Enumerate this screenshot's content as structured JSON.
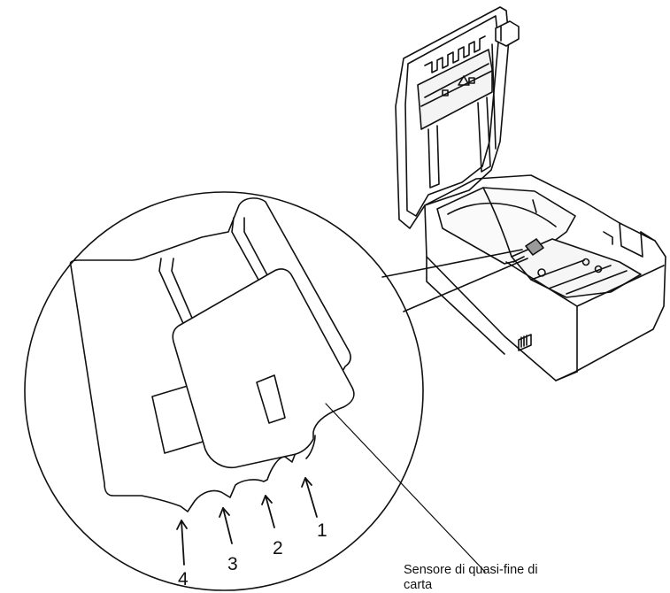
{
  "figure": {
    "sensor_caption_line1": "Sensore di quasi-fine di",
    "sensor_caption_line2": "carta",
    "position_labels": [
      "1",
      "2",
      "3",
      "4"
    ]
  },
  "colors": {
    "ink": "#111111",
    "background": "#ffffff",
    "shading": "#e9e9e9"
  }
}
